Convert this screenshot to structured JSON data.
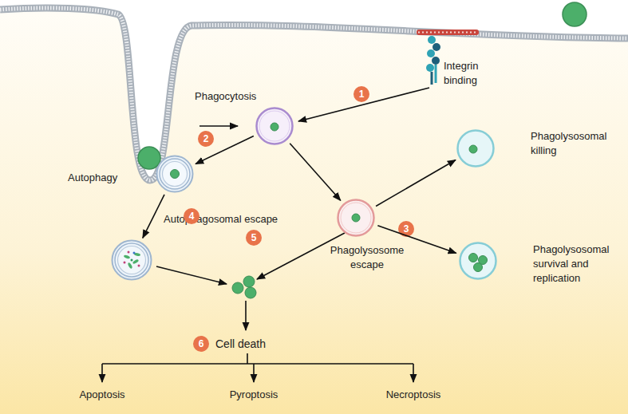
{
  "diagram": {
    "nodes": [
      {
        "text": [
          "Phagocytosis"
        ]
      },
      {
        "text": [
          "Autophagy"
        ]
      },
      {
        "text": [
          "Autophagosomal escape"
        ]
      },
      {
        "text": [
          "Phagolysosome escape"
        ]
      },
      {
        "text": [
          "Phagolysosomal killing"
        ]
      },
      {
        "text": [
          "Phagolysosomal survival and replication"
        ]
      },
      {
        "text": [
          "1"
        ]
      },
      {
        "text": [
          "2"
        ]
      },
      {
        "text": [
          "3"
        ]
      },
      {
        "text": [
          "4"
        ]
      },
      {
        "text": [
          "5"
        ]
      },
      {
        "text": [
          "6"
        ]
      }
    ],
    "edges": [
      {
        "from": 0,
        "to": 1,
        "arrow": "to"
      },
      {
        "from": 0,
        "to": 3,
        "arrow": "to"
      },
      {
        "from": 3,
        "to": 4,
        "arrow": "to"
      },
      {
        "from": 3,
        "to": 5,
        "arrow": "to"
      },
      {
        "from": 1,
        "to": 2,
        "arrow": "to"
      }
    ],
    "labels": [
      "Integrin binding",
      "Cell death",
      "Apoptosis",
      "Pyroptosis",
      "Necroptosis"
    ]
  }
}
